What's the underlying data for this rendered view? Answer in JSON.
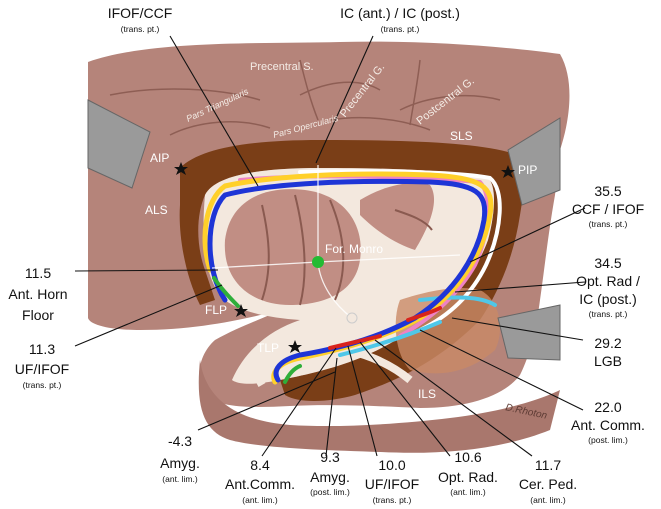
{
  "colors": {
    "background": "#ffffff",
    "brain": "#b5847a",
    "brain_dark": "#8e5c52",
    "cavity": "#f3e8de",
    "sulcus_band": "#7a3e17",
    "retractor": "#9a9a9a",
    "tract_yellow": "#ffd02a",
    "tract_blue": "#1e35d6",
    "tract_pink": "#ee82c4",
    "tract_white": "#ffffff",
    "tract_cyan": "#4fc7e8",
    "tract_green": "#2fae3a",
    "tract_red": "#d8231d",
    "foramen_marker": "#22bb33"
  },
  "header": {
    "iof_ccf": {
      "title": "IFOF/CCF",
      "note": "(trans. pt.)"
    },
    "ic": {
      "title": "IC (ant.) / IC (post.)",
      "note": "(trans. pt.)"
    }
  },
  "gyri": {
    "precentral_s": "Precentral S.",
    "precentral_g": "Precentral G.",
    "postcentral_g": "Postcentral G.",
    "pars_triangularis": "Pars Triangularis",
    "pars_opercularis": "Pars Opercularis"
  },
  "points": {
    "aip": "AIP",
    "pip": "PIP",
    "als": "ALS",
    "sls": "SLS",
    "flp": "FLP",
    "tlp": "TLP",
    "ils": "ILS",
    "for_monro": "For. Monro"
  },
  "right_labels": [
    {
      "value": "35.5",
      "line1": "CCF / IFOF",
      "line2": "",
      "note": "(trans. pt.)"
    },
    {
      "value": "34.5",
      "line1": "Opt. Rad /",
      "line2": "IC (post.)",
      "note": "(trans. pt.)"
    },
    {
      "value": "29.2",
      "line1": "LGB",
      "line2": "",
      "note": ""
    },
    {
      "value": "22.0",
      "line1": "Ant. Comm.",
      "line2": "",
      "note": "(post. lim.)"
    }
  ],
  "left_labels": [
    {
      "value": "11.5",
      "line1": "Ant. Horn",
      "line2": "Floor",
      "note": ""
    },
    {
      "value": "11.3",
      "line1": "UF/IFOF",
      "line2": "",
      "note": "(trans. pt.)"
    }
  ],
  "bottom_labels": [
    {
      "value": "-4.3",
      "line1": "Amyg.",
      "note": "(ant. lim.)"
    },
    {
      "value": "8.4",
      "line1": "Ant.Comm.",
      "note": "(ant. lim.)"
    },
    {
      "value": "9.3",
      "line1": "Amyg.",
      "note": "(post. lim.)"
    },
    {
      "value": "10.0",
      "line1": "UF/IFOF",
      "note": "(trans. pt.)"
    },
    {
      "value": "10.6",
      "line1": "Opt. Rad.",
      "note": "(ant. lim.)"
    },
    {
      "value": "11.7",
      "line1": "Cer. Ped.",
      "note": "(ant. lim.)"
    }
  ],
  "signature": "D.Rhoton"
}
